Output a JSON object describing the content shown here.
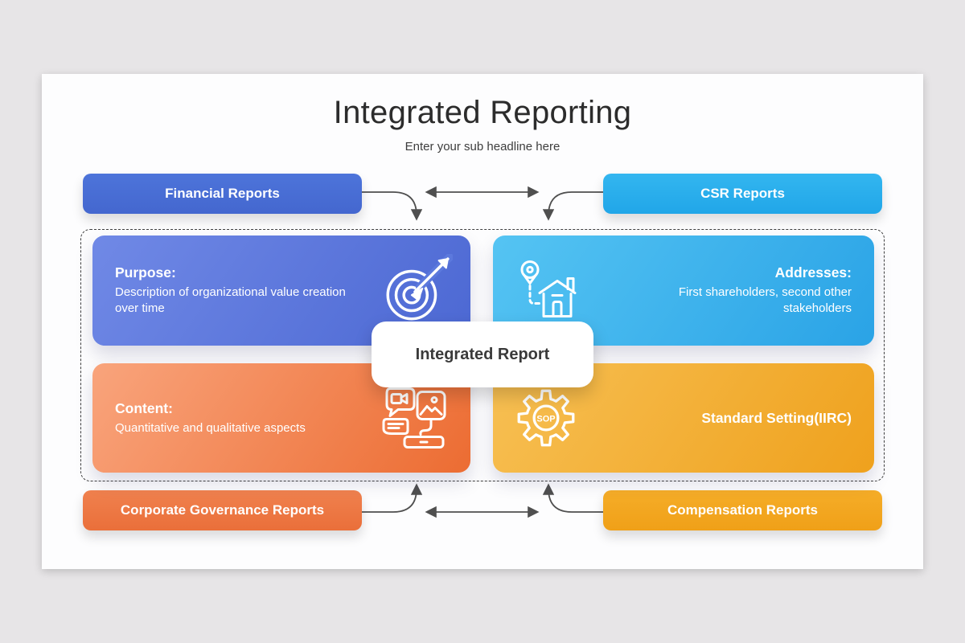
{
  "header": {
    "title": "Integrated Reporting",
    "subtitle": "Enter your sub headline here"
  },
  "report_labels": {
    "top_left": "Financial Reports",
    "top_right": "CSR Reports",
    "bottom_left": "Corporate Governance Reports",
    "bottom_right": "Compensation Reports"
  },
  "center": {
    "label": "Integrated Report"
  },
  "cards": [
    {
      "id": "purpose",
      "heading": "Purpose:",
      "body": "Description of organizational value creation over time",
      "icon": "target-dart-icon"
    },
    {
      "id": "addresses",
      "heading": "Addresses:",
      "body": "First shareholders, second other stakeholders",
      "icon": "location-home-icon"
    },
    {
      "id": "content",
      "heading": "Content:",
      "body": "Quantitative and qualitative aspects",
      "icon": "chat-media-icon"
    },
    {
      "id": "standard-setting",
      "heading": "Standard Setting(IIRC)",
      "icon": "sop-gear-icon",
      "icon_label": "SOP"
    }
  ],
  "colors": {
    "financial_blue": "#4a72d8",
    "csr_blue": "#29b0ee",
    "governance_orange": "#ee7a47",
    "compensation_amber": "#f3a81f",
    "purpose_gradient_start": "#7089e6",
    "purpose_gradient_end": "#4c68d3",
    "addresses_gradient_start": "#55c4f3",
    "addresses_gradient_end": "#2aa3e6",
    "content_gradient_start": "#f9a47c",
    "content_gradient_end": "#ec6c32",
    "standard_gradient_start": "#f7c054",
    "standard_gradient_end": "#efa11d",
    "arrow": "#4f4f4f",
    "card_text": "#ffffff",
    "title_text": "#2c2c2c"
  }
}
